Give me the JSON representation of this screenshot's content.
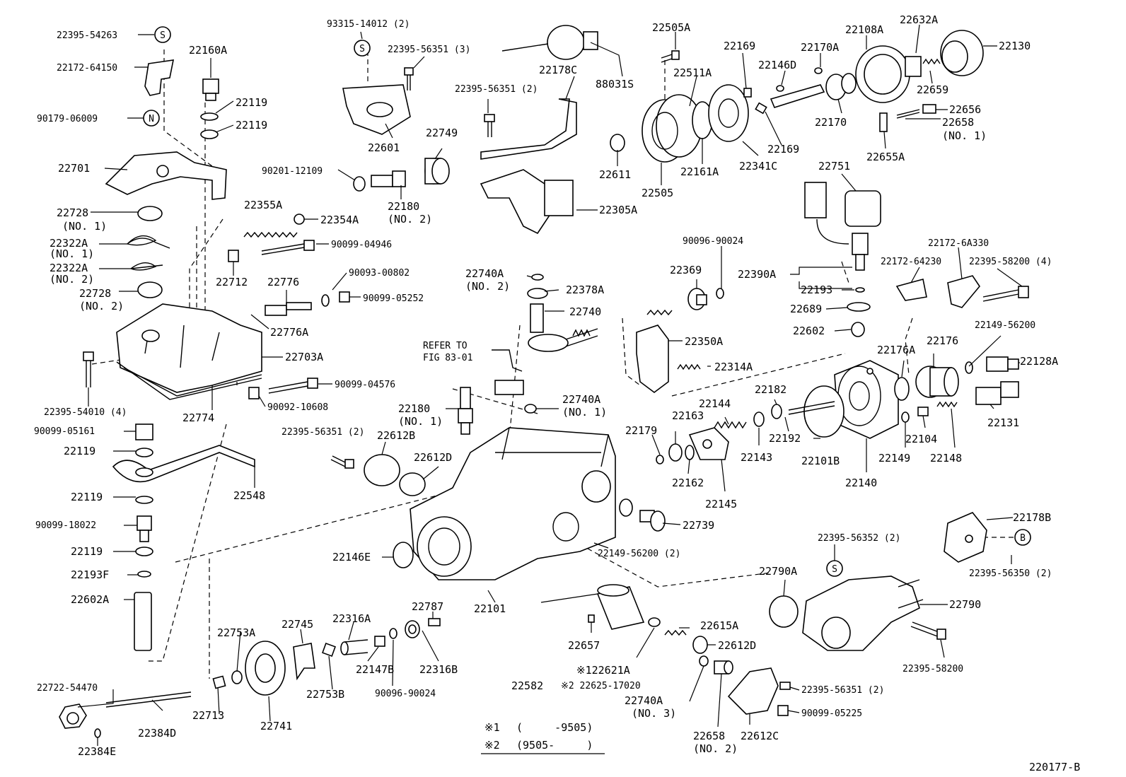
{
  "diagram_code": "220177-B",
  "legend": {
    "note1_mark": "※1",
    "note1_text": "(     -9505)",
    "note2_mark": "※2",
    "note2_text": "(9505-     )"
  },
  "labels": {
    "l_22395_54263": "22395-54263",
    "l_22160A": "22160A",
    "l_22172_64150": "22172-64150",
    "l_22119_a": "22119",
    "l_22119_b": "22119",
    "l_90179_06009": "90179-06009",
    "l_22701": "22701",
    "l_22728_1": "22728",
    "l_no1_a": "(NO. 1)",
    "l_22322A_1": "22322A",
    "l_no1_b": "(NO. 1)",
    "l_22322A_2": "22322A",
    "l_no2_a": "(NO. 2)",
    "l_22728_2": "22728",
    "l_no2_b": "(NO. 2)",
    "l_22355A": "22355A",
    "l_22354A": "22354A",
    "l_90099_04946": "90099-04946",
    "l_22712": "22712",
    "l_22776": "22776",
    "l_90093_00802": "90093-00802",
    "l_90099_05252": "90099-05252",
    "l_22776A": "22776A",
    "l_22703A": "22703A",
    "l_90099_04576": "90099-04576",
    "l_22395_54010": "22395-54010 (4)",
    "l_22774": "22774",
    "l_90092_10608": "90092-10608",
    "l_90099_05161": "90099-05161",
    "l_22119_c": "22119",
    "l_22548": "22548",
    "l_22119_d": "22119",
    "l_90099_18022": "90099-18022",
    "l_22119_e": "22119",
    "l_22193F": "22193F",
    "l_22602A": "22602A",
    "l_22722_54470": "22722-54470",
    "l_22384D": "22384D",
    "l_22384E": "22384E",
    "l_22713": "22713",
    "l_22753A": "22753A",
    "l_22741": "22741",
    "l_22745": "22745",
    "l_22753B": "22753B",
    "l_22316A": "22316A",
    "l_22147B": "22147B",
    "l_90096_90024_b": "90096-90024",
    "l_22787": "22787",
    "l_22316B": "22316B",
    "l_93315_14012": "93315-14012 (2)",
    "l_22395_56351_3": "22395-56351 (3)",
    "l_22601": "22601",
    "l_22749": "22749",
    "l_90201_12109": "90201-12109",
    "l_22180_2": "22180",
    "l_no2_c": "(NO. 2)",
    "l_88031S": "88031S",
    "l_22178C": "22178C",
    "l_22395_56351_2a": "22395-56351 (2)",
    "l_22305A": "22305A",
    "l_22505A": "22505A",
    "l_22511A": "22511A",
    "l_22169_a": "22169",
    "l_22611": "22611",
    "l_22505": "22505",
    "l_22161A": "22161A",
    "l_22341C": "22341C",
    "l_22169_b": "22169",
    "l_22170A": "22170A",
    "l_22146D": "22146D",
    "l_22108A": "22108A",
    "l_22632A": "22632A",
    "l_22130": "22130",
    "l_22659": "22659",
    "l_22170": "22170",
    "l_22656": "22656",
    "l_22658_1": "22658",
    "l_no1_c": "(NO. 1)",
    "l_22655A": "22655A",
    "l_22751": "22751",
    "l_90096_90024_a": "90096-90024",
    "l_22369": "22369",
    "l_22390A": "22390A",
    "l_22193": "22193",
    "l_22689": "22689",
    "l_22602": "22602",
    "l_22172_6A330": "22172-6A330",
    "l_22172_64230": "22172-64230",
    "l_22395_58200_4": "22395-58200 (4)",
    "l_22740A_2": "22740A",
    "l_no2_d": "(NO. 2)",
    "l_22378A": "22378A",
    "l_22740": "22740",
    "l_22350A": "22350A",
    "l_22314A": "22314A",
    "l_22149_56200_a": "22149-56200",
    "l_22176A": "22176A",
    "l_22176": "22176",
    "l_22128A": "22128A",
    "l_refer1": "REFER TO",
    "l_refer2": "FIG 83-01",
    "l_22740A_1": "22740A",
    "l_no1_d": "(NO. 1)",
    "l_22180_1": "22180",
    "l_no1_e": "(NO. 1)",
    "l_22395_56351_2b": "22395-56351 (2)",
    "l_22612B": "22612B",
    "l_22612D_a": "22612D",
    "l_22163": "22163",
    "l_22144": "22144",
    "l_22182": "22182",
    "l_22179": "22179",
    "l_22192": "22192",
    "l_22143": "22143",
    "l_22101B": "22101B",
    "l_22104": "22104",
    "l_22131": "22131",
    "l_22162": "22162",
    "l_22145": "22145",
    "l_22140": "22140",
    "l_22149": "22149",
    "l_22148": "22148",
    "l_22739": "22739",
    "l_22149_56200_b": "22149-56200 (2)",
    "l_22146E": "22146E",
    "l_22101": "22101",
    "l_22178B": "22178B",
    "l_22395_56352": "22395-56352 (2)",
    "l_22395_56350": "22395-56350 (2)",
    "l_22790A": "22790A",
    "l_22790": "22790",
    "l_22395_58200": "22395-58200",
    "l_22582": "22582",
    "l_22657": "22657",
    "l_22615A": "22615A",
    "l_22612D_b": "22612D",
    "l_122621A": "※122621A",
    "l_22625": "※2 22625-17020",
    "l_22740A_3": "22740A",
    "l_no3": "(NO. 3)",
    "l_22658_2": "22658",
    "l_no2_e": "(NO. 2)",
    "l_22612C": "22612C",
    "l_22395_56351_2c": "22395-56351 (2)",
    "l_90099_05225": "90099-05225"
  },
  "markers": {
    "s1": "S",
    "n1": "N",
    "s2": "S",
    "s3": "S",
    "b1": "B"
  }
}
